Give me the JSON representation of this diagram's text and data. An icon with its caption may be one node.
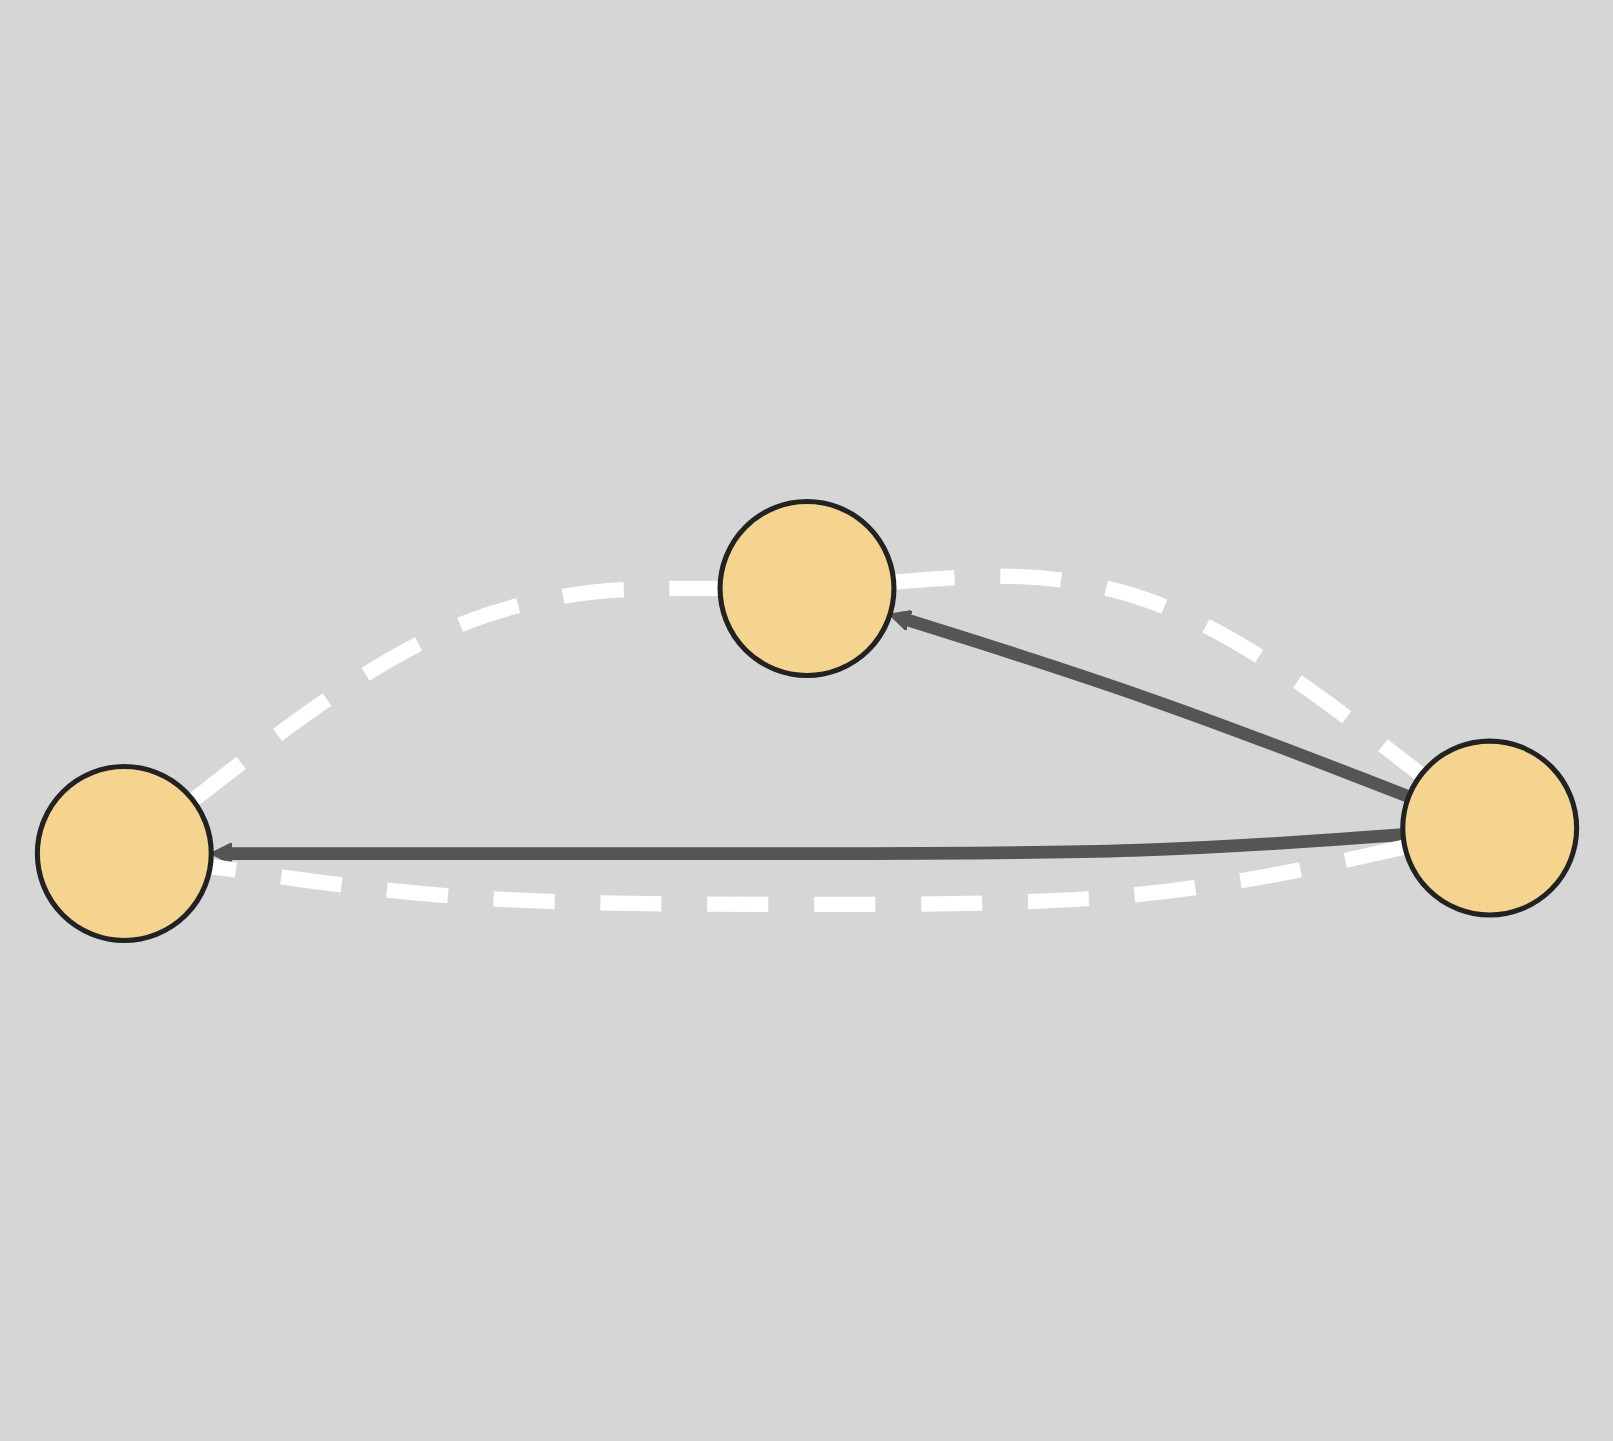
{
  "diagram": {
    "nodes": [
      {
        "text": [],
        "shape": "circle"
      },
      {
        "text": [],
        "shape": "circle"
      },
      {
        "text": [],
        "shape": "circle"
      }
    ],
    "edges": [
      {
        "from": 1,
        "to": 0,
        "arrow": "to",
        "color": "#555555"
      },
      {
        "from": 1,
        "to": 2,
        "arrow": "to",
        "color": "#555555"
      },
      {
        "from": 1,
        "to": 0,
        "arrow": "none",
        "style": "dashed",
        "color": "#ffffff"
      },
      {
        "from": 0,
        "to": 2,
        "arrow": "none",
        "style": "dashed",
        "color": "#ffffff"
      },
      {
        "from": 2,
        "to": 1,
        "arrow": "none",
        "style": "dashed",
        "color": "#ffffff"
      }
    ]
  }
}
